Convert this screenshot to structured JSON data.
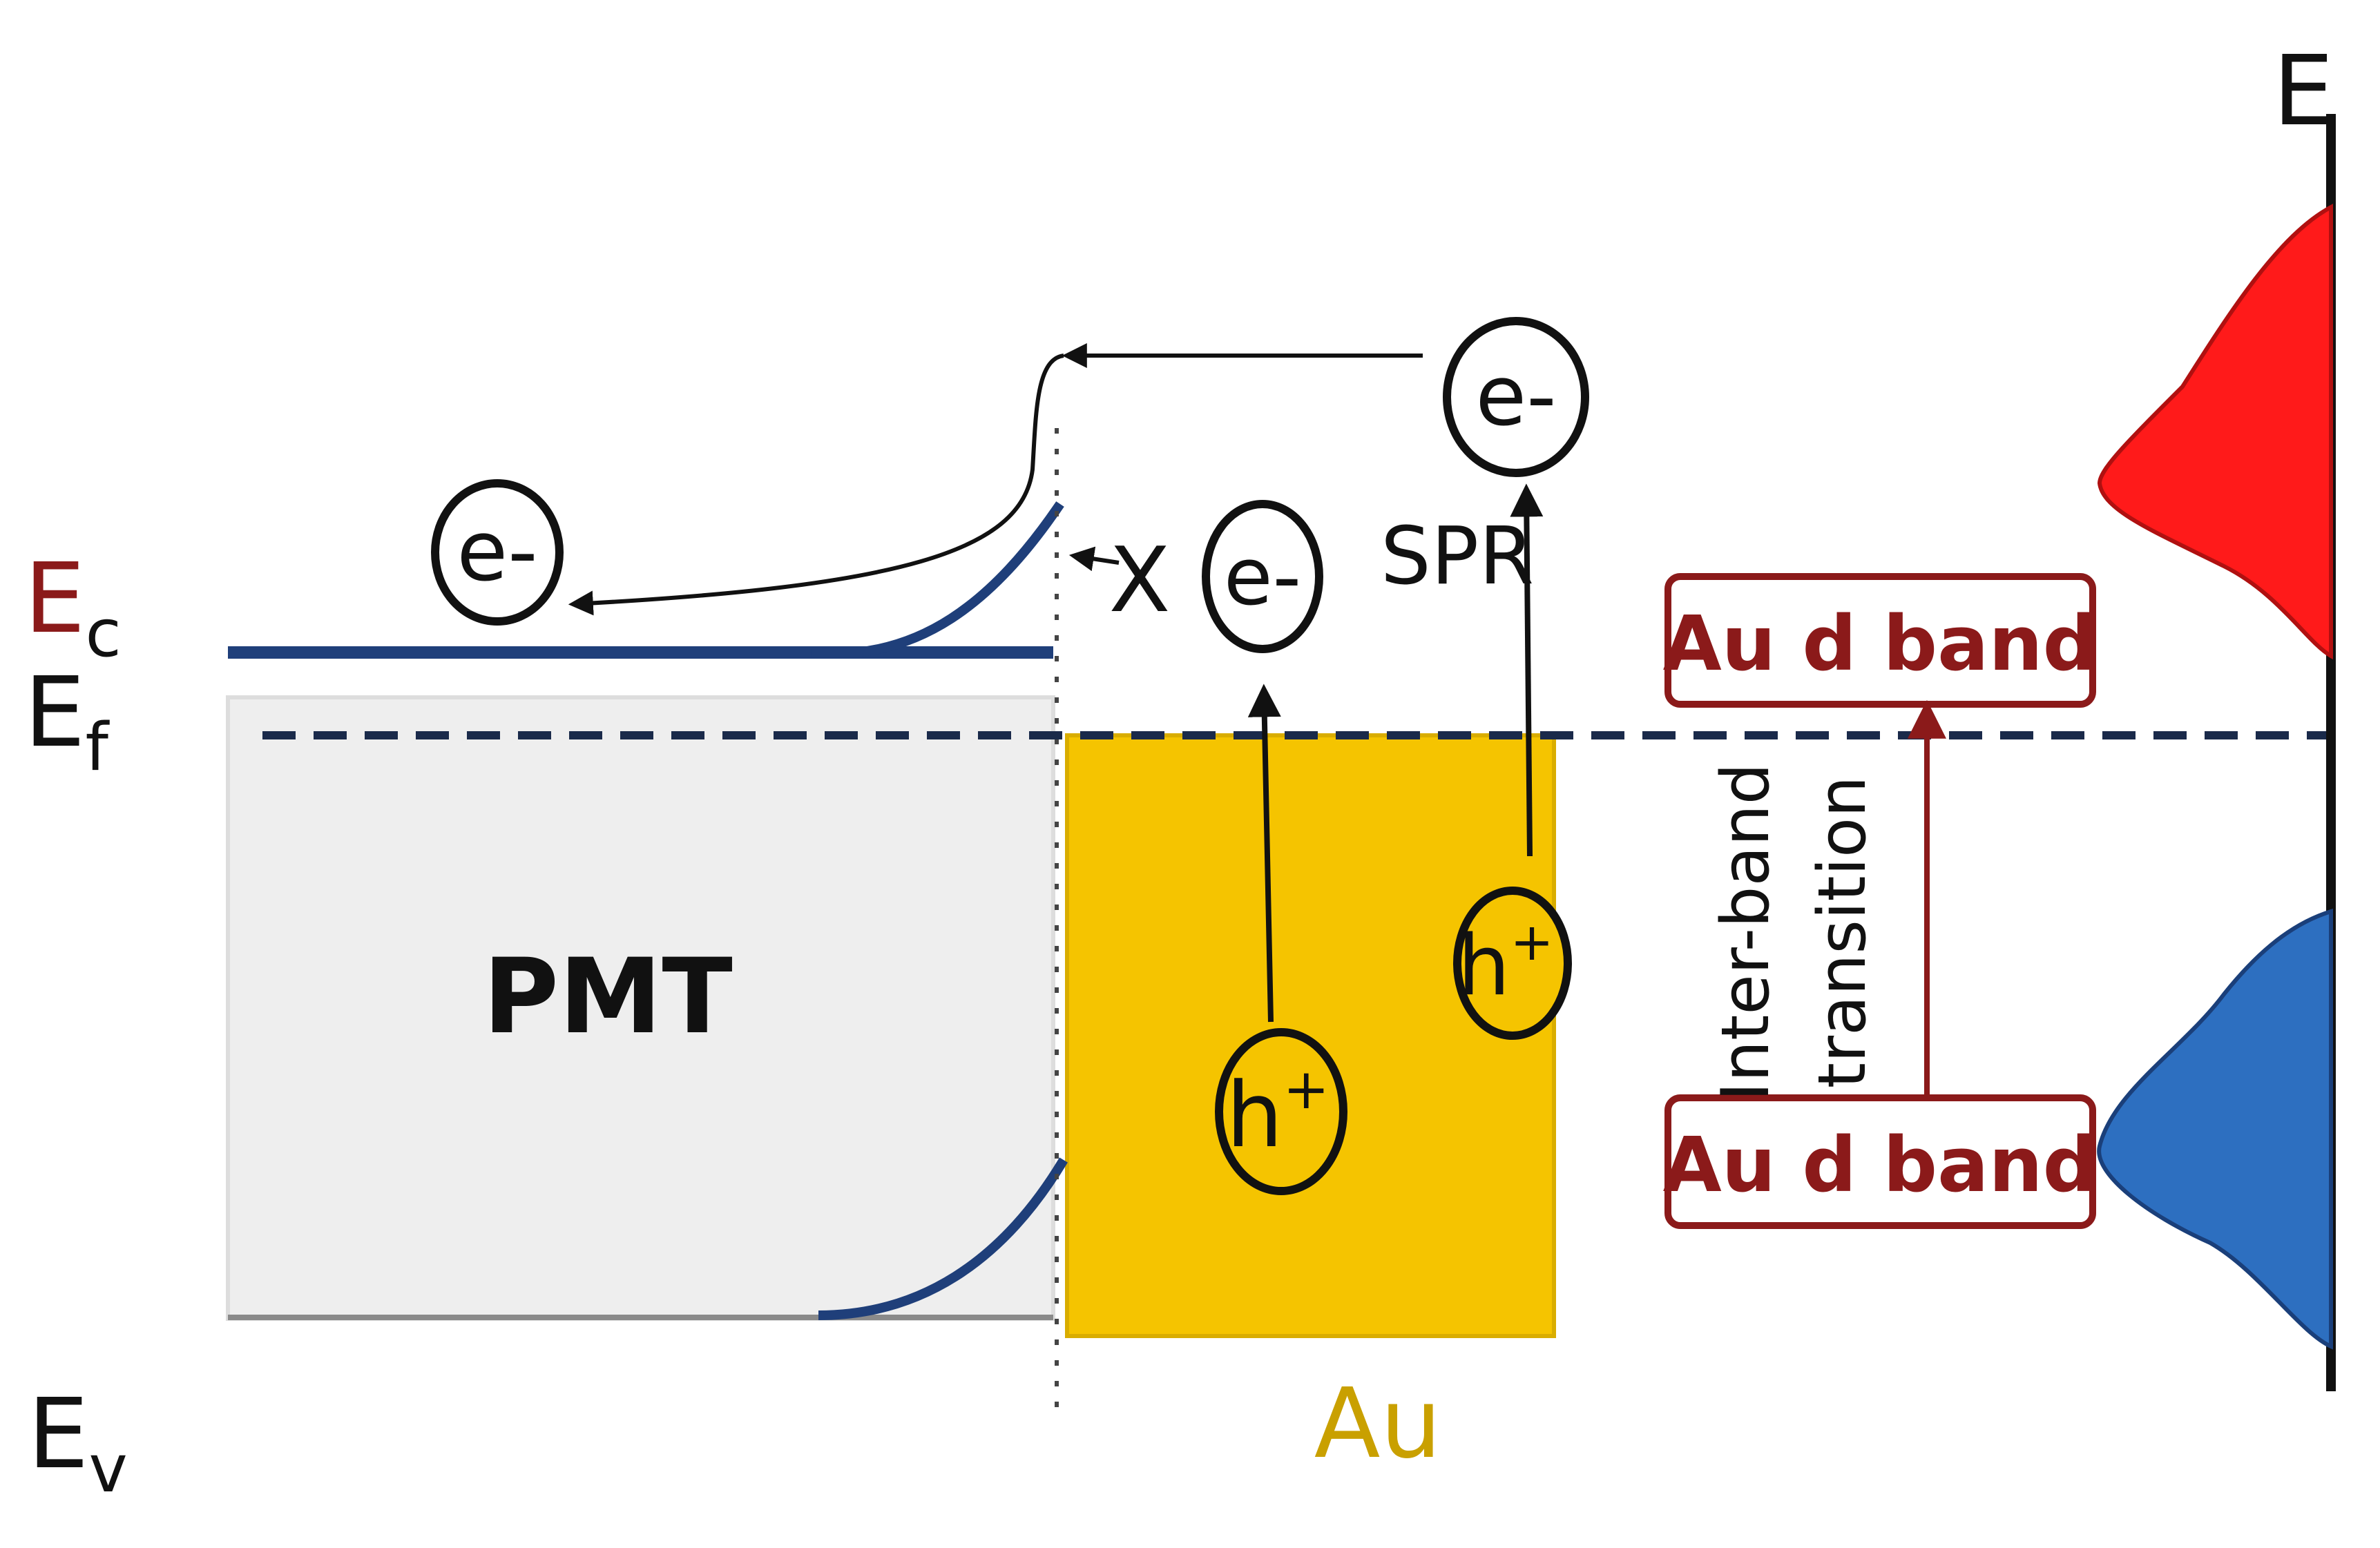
{
  "energy_levels": {
    "ec": {
      "main": "E",
      "sub": "c"
    },
    "ef": {
      "main": "E",
      "sub": "f"
    },
    "ev": {
      "main": "E",
      "sub": "v"
    }
  },
  "materials": {
    "pmt": "PMT",
    "au": "Au"
  },
  "carriers": {
    "electron": "e-",
    "hole_main": "h",
    "hole_sup": "+"
  },
  "labels": {
    "blocked": "X",
    "spr": "SPR",
    "energy_axis": "E",
    "au_d_band_top": "Au d band",
    "au_d_band_bottom": "Au d band",
    "interband_line1": "Inter-band",
    "interband_line2": "transition"
  },
  "colors": {
    "pmt_fill": "#eeeeee",
    "au_fill": "#f5c400",
    "au_label": "#c9a000",
    "band_edge": "#1f3f7a",
    "ec_label": "#8b1a1a",
    "box_border": "#8b1a1a",
    "dos_upper": "#ff1a1a",
    "dos_lower": "#2d6fc0",
    "electron_e": "#111111"
  }
}
